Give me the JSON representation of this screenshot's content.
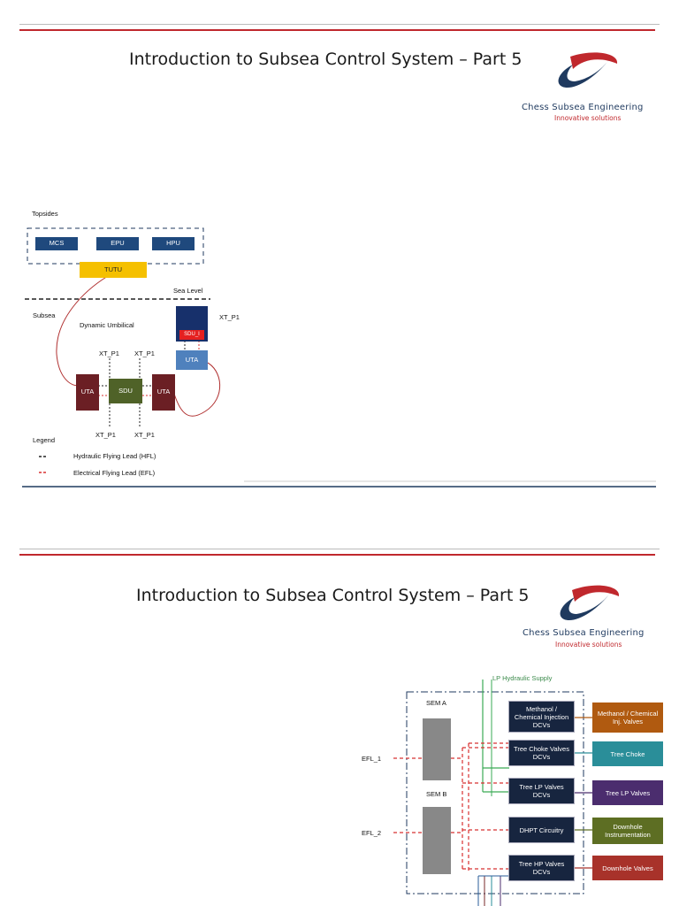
{
  "colors": {
    "accent_red": "#c0282d",
    "navy": "#1f3a5f",
    "mcs_blue": "#1f497d",
    "tutu_yellow": "#f5c000",
    "uta_maroon": "#6b1f24",
    "sdu_green": "#4f6228",
    "uta_blue": "#4f81bd",
    "dcv_navy": "#17253f",
    "methanol_orange": "#b05a10",
    "choke_teal": "#2a8e99",
    "lp_purple": "#4b2d6e",
    "downhole_green": "#5d6e23",
    "downhole_valves_red": "#a8322a"
  },
  "slide1": {
    "title": "Introduction to Subsea Control System – Part 5",
    "logo": {
      "brand": "Chess Subsea Engineering",
      "tagline": "Innovative solutions"
    },
    "diagram": {
      "topsides_label": "Topsides",
      "mcs": "MCS",
      "epu": "EPU",
      "hpu": "HPU",
      "tutu": "TUTU",
      "sea_level": "Sea Level",
      "subsea_label": "Subsea",
      "dynamic_umbilical": "Dynamic Umbilical",
      "xt_right": "XT_P1",
      "sdu_i": "SDU_I",
      "uta_right": "UTA",
      "uta_left": "UTA",
      "uta_mid": "UTA",
      "sdu": "SDU",
      "xt_top_left": "XT_P1",
      "xt_top_right": "XT_P1",
      "xt_bottom_left": "XT_P1",
      "xt_bottom_right": "XT_P1",
      "legend_title": "Legend",
      "legend_hfl": "Hydraulic Flying Lead (HFL)",
      "legend_efl": "Electrical Flying Lead (EFL)"
    }
  },
  "slide2": {
    "title": "Introduction to Subsea Control System – Part 5",
    "logo": {
      "brand": "Chess Subsea Engineering",
      "tagline": "Innovative solutions"
    },
    "diagram": {
      "lp_supply": "LP Hydraulic Supply",
      "sem_a": "SEM A",
      "sem_b": "SEM B",
      "efl_1": "EFL_1",
      "efl_2": "EFL_2",
      "dcv_1": "Methanol / Chemical Injection DCVs",
      "dcv_2": "Tree Choke Valves DCVs",
      "dcv_3": "Tree LP Valves DCVs",
      "dcv_4": "DHPT Circuitry",
      "dcv_5": "Tree HP Valves DCVs",
      "out_1": "Methanol / Chemical Inj. Valves",
      "out_2": "Tree Choke",
      "out_3": "Tree LP Valves",
      "out_4": "Downhole Instrumentation",
      "out_5": "Downhole Valves"
    }
  }
}
